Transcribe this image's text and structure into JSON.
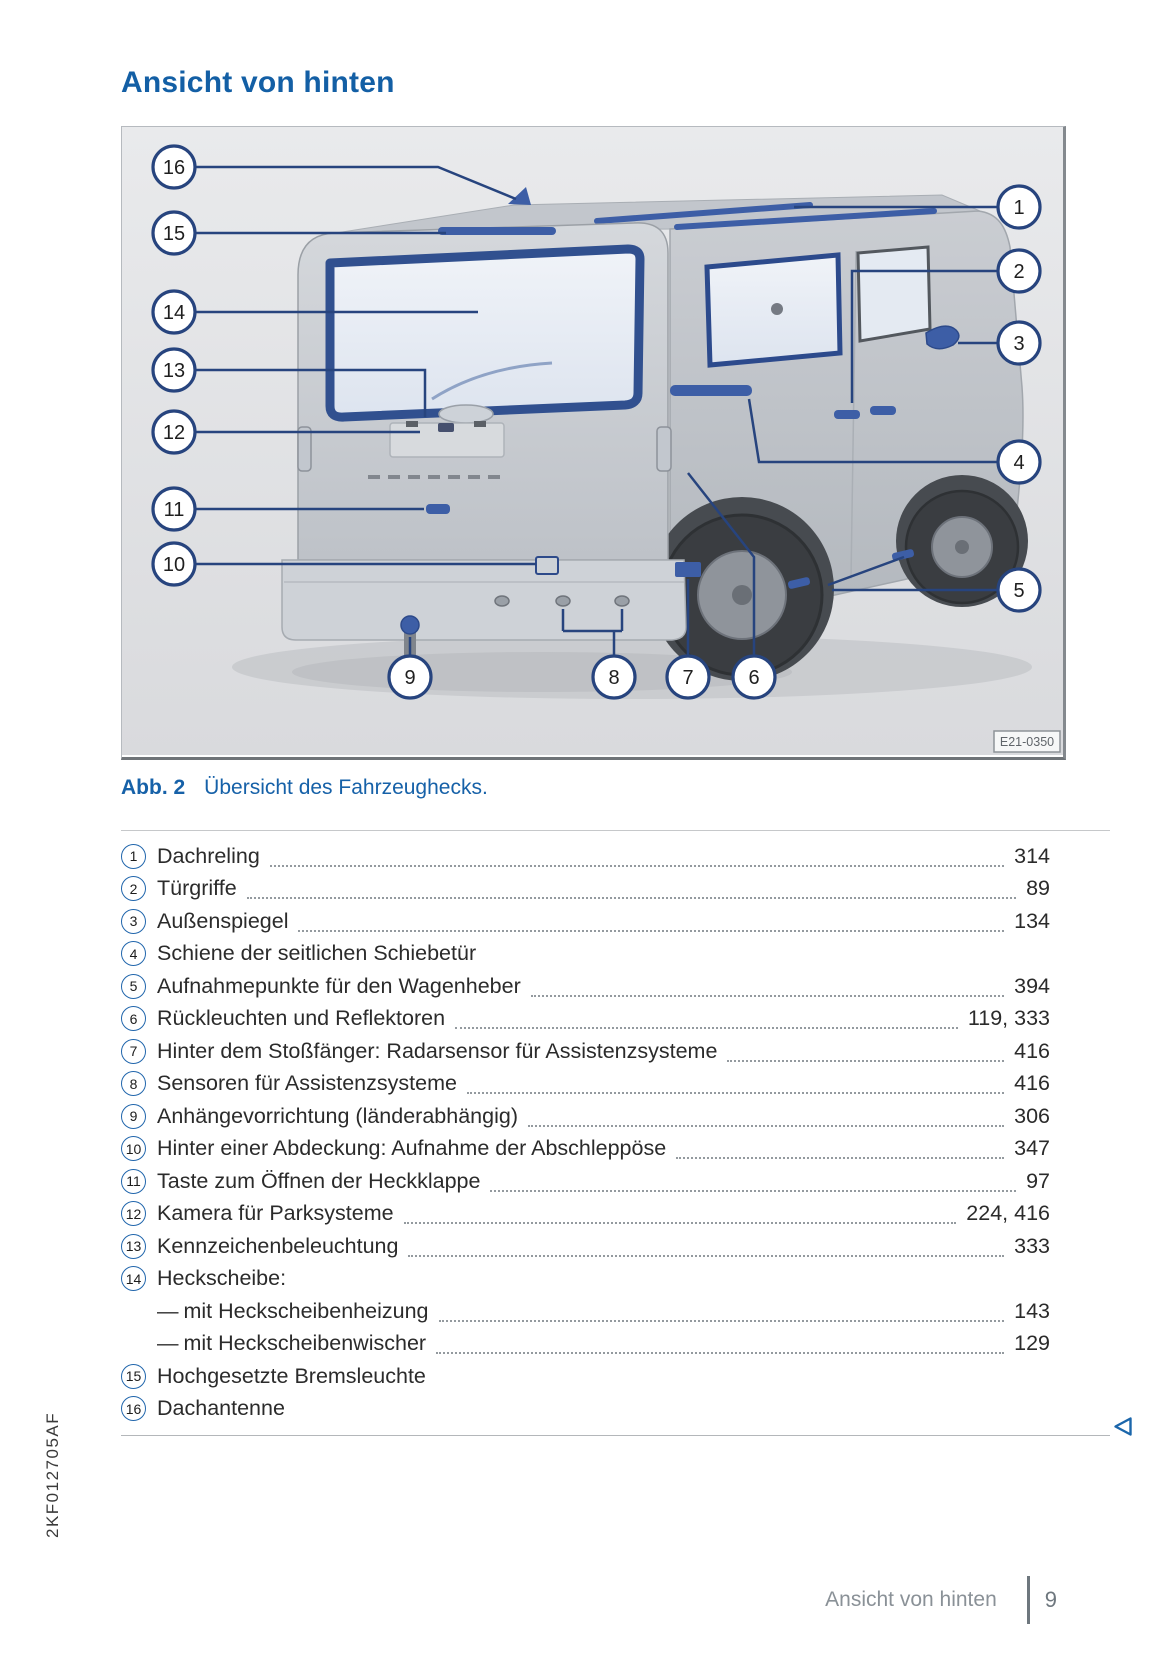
{
  "title": "Ansicht von hinten",
  "figure": {
    "caption_label": "Abb. 2",
    "caption_text": "Übersicht des Fahrzeughecks.",
    "image_code": "E21-0350",
    "callout_numbers": [
      "1",
      "2",
      "3",
      "4",
      "5",
      "6",
      "7",
      "8",
      "9",
      "10",
      "11",
      "12",
      "13",
      "14",
      "15",
      "16"
    ]
  },
  "legend": [
    {
      "num": "1",
      "label": "Dachreling",
      "pages": "314"
    },
    {
      "num": "2",
      "label": "Türgriffe",
      "pages": "89"
    },
    {
      "num": "3",
      "label": "Außenspiegel",
      "pages": "134"
    },
    {
      "num": "4",
      "label": "Schiene der seitlichen Schiebetür",
      "pages": ""
    },
    {
      "num": "5",
      "label": "Aufnahmepunkte für den Wagenheber",
      "pages": "394"
    },
    {
      "num": "6",
      "label": "Rückleuchten und Reflektoren",
      "pages": "119, 333"
    },
    {
      "num": "7",
      "label": "Hinter dem Stoßfänger: Radarsensor für Assistenzsysteme",
      "pages": "416"
    },
    {
      "num": "8",
      "label": "Sensoren für Assistenzsysteme",
      "pages": "416"
    },
    {
      "num": "9",
      "label": "Anhängevorrichtung (länderabhängig)",
      "pages": "306"
    },
    {
      "num": "10",
      "label": "Hinter einer Abdeckung: Aufnahme der Abschleppöse",
      "pages": "347"
    },
    {
      "num": "11",
      "label": "Taste zum Öffnen der Heckklappe",
      "pages": "97"
    },
    {
      "num": "12",
      "label": "Kamera für Parksysteme",
      "pages": "224, 416"
    },
    {
      "num": "13",
      "label": "Kennzeichenbeleuchtung",
      "pages": "333"
    },
    {
      "num": "14",
      "label": "Heckscheibe:",
      "pages": ""
    },
    {
      "num": "",
      "dash": true,
      "label": "mit Heckscheibenheizung",
      "pages": "143"
    },
    {
      "num": "",
      "dash": true,
      "label": "mit Heckscheibenwischer",
      "pages": "129"
    },
    {
      "num": "15",
      "label": "Hochgesetzte Bremsleuchte",
      "pages": ""
    },
    {
      "num": "16",
      "label": "Dachantenne",
      "pages": ""
    }
  ],
  "sidebar_code": "2KF012705AF",
  "footer": {
    "section": "Ansicht von hinten",
    "page_number": "9"
  },
  "colors": {
    "accent": "#1661a8",
    "callout_ring": "#27447e",
    "highlight": "#3d5ea6"
  }
}
